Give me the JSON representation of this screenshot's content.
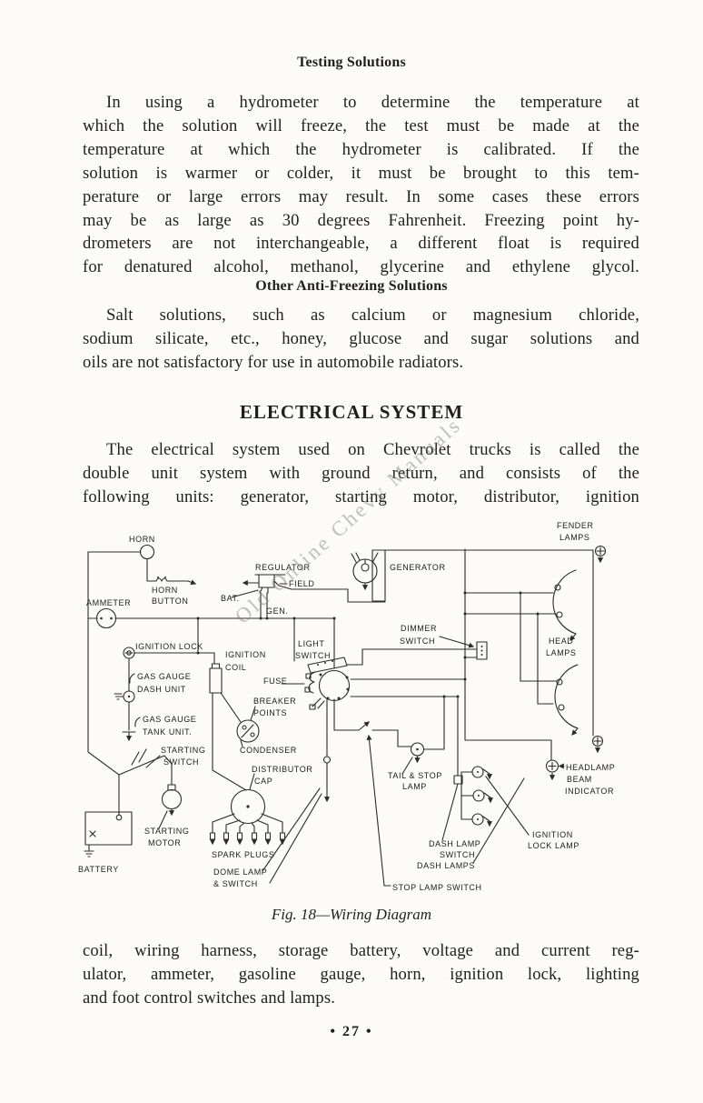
{
  "document": {
    "testing": {
      "heading": "Testing Solutions",
      "lines": [
        "In using a hydrometer to determine the temperature at",
        "which the solution will freeze, the test must be made at the",
        "temperature at which the hydrometer is calibrated. If the",
        "solution is warmer or colder, it must be brought to this tem-",
        "perature or large errors may result. In some cases these errors",
        "may be as large as 30 degrees Fahrenheit. Freezing point hy-",
        "drometers are not interchangeable, a different float is required",
        "for denatured alcohol, methanol, glycerine and ethylene glycol."
      ]
    },
    "antifreeze": {
      "heading": "Other Anti-Freezing Solutions",
      "lines": [
        "Salt solutions, such as calcium or magnesium chloride,",
        "sodium silicate, etc., honey, glucose and sugar solutions and",
        "oils are not satisfactory for use in automobile radiators."
      ]
    },
    "electrical": {
      "heading": "ELECTRICAL SYSTEM",
      "lines": [
        "The electrical system used on Chevrolet trucks is called the",
        "double unit system with ground return, and consists of the",
        "following units: generator, starting motor, distributor, ignition"
      ]
    },
    "after_figure": {
      "lines": [
        "coil, wiring harness, storage battery, voltage and current reg-",
        "ulator, ammeter, gasoline gauge, horn, ignition lock, lighting",
        "and foot control switches and lamps."
      ]
    },
    "figure": {
      "caption": "Fig. 18—Wiring Diagram",
      "watermark": "Old Online Chevy Manuals"
    },
    "page_number": "• 27 •"
  },
  "diagram": {
    "labels": {
      "horn": [
        "HORN"
      ],
      "horn_button": [
        "HORN",
        "BUTTON"
      ],
      "ammeter": [
        "AMMETER"
      ],
      "regulator": [
        "REGULATOR"
      ],
      "bat": [
        "BAT."
      ],
      "field": [
        "FIELD"
      ],
      "gen": [
        "GEN."
      ],
      "generator": [
        "GENERATOR"
      ],
      "fender_lamps": [
        "FENDER",
        "LAMPS"
      ],
      "dimmer_switch": [
        "DIMMER",
        "SWITCH"
      ],
      "head_lamps": [
        "HEAD",
        "LAMPS"
      ],
      "ignition_lock": [
        "IGNITION LOCK"
      ],
      "ignition_coil": [
        "IGNITION",
        "COIL"
      ],
      "light_switch": [
        "LIGHT",
        "SWITCH"
      ],
      "fuse": [
        "FUSE"
      ],
      "breaker_points": [
        "BREAKER",
        "POINTS"
      ],
      "condenser": [
        "CONDENSER"
      ],
      "gas_gauge_dash": [
        "GAS GAUGE",
        "DASH UNIT"
      ],
      "gas_gauge_tank": [
        "GAS GAUGE",
        "TANK UNIT."
      ],
      "starting_switch": [
        "STARTING",
        "SWITCH"
      ],
      "starting_motor": [
        "STARTING",
        "MOTOR"
      ],
      "battery": [
        "BATTERY"
      ],
      "distributor_cap": [
        "DISTRIBUTOR",
        "CAP"
      ],
      "spark_plugs": [
        "SPARK PLUGS"
      ],
      "dome_lamp": [
        "DOME LAMP",
        "& SWITCH"
      ],
      "stop_lamp_switch": [
        "STOP LAMP SWITCH"
      ],
      "tail_stop_lamp": [
        "TAIL & STOP",
        "LAMP"
      ],
      "dash_lamp_switch": [
        "DASH LAMP",
        "SWITCH"
      ],
      "dash_lamps": [
        "DASH LAMPS"
      ],
      "ignition_lock_lamp": [
        "IGNITION",
        "LOCK LAMP"
      ],
      "headlamp_beam_indicator": [
        "HEADLAMP",
        "BEAM",
        "INDICATOR"
      ]
    }
  }
}
